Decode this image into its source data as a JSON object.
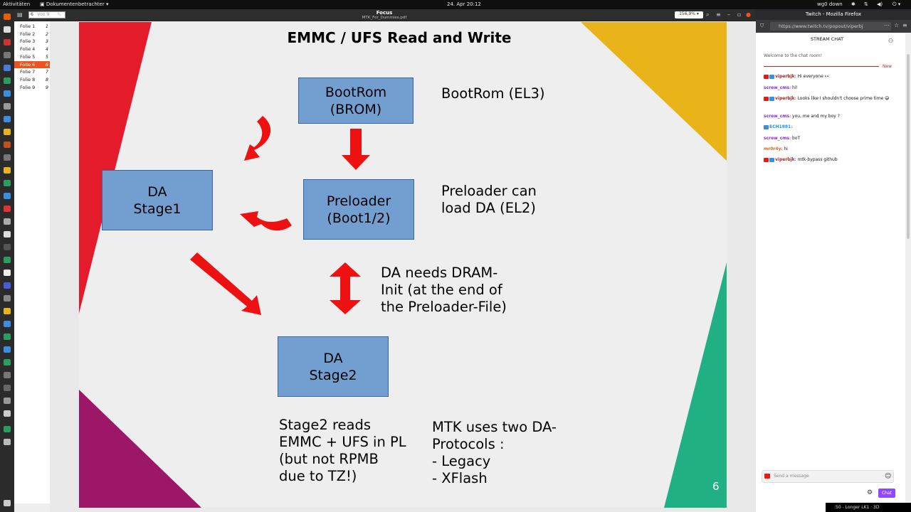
{
  "topbar": {
    "activities": "Aktivitäten",
    "app_menu": "Dokumentenbetrachter",
    "clock": "24. Apr  20:12",
    "vpn": "wg0 down"
  },
  "evince": {
    "page_entry": "6",
    "page_of": "von 9",
    "window_title": "Focus",
    "file_name": "MTK_For_Dummies.pdf",
    "zoom": "156,9%",
    "slides": [
      {
        "label": "Folie 1",
        "num": "1"
      },
      {
        "label": "Folie 2",
        "num": "2"
      },
      {
        "label": "Folie 3",
        "num": "3"
      },
      {
        "label": "Folie 4",
        "num": "4"
      },
      {
        "label": "Folie 5",
        "num": "5"
      },
      {
        "label": "Folie 6",
        "num": "6"
      },
      {
        "label": "Folie 7",
        "num": "7"
      },
      {
        "label": "Folie 8",
        "num": "8"
      },
      {
        "label": "Folie 9",
        "num": "9"
      }
    ]
  },
  "slide": {
    "title": "EMMC / UFS Read and Write",
    "bootrom_box": "BootRom\n(BROM)",
    "bootrom_label": "BootRom (EL3)",
    "da1_box": "DA\nStage1",
    "preloader_box": "Preloader\n(Boot1/2)",
    "preloader_label": "Preloader can\nload DA (EL2)",
    "dram_label": "DA needs DRAM-\nInit (at the end of\nthe Preloader-File)",
    "da2_box": "DA\nStage2",
    "stage2_label": "Stage2 reads\nEMMC + UFS in PL\n(but not RPMB\ndue to TZ!)",
    "protocols_label": "MTK uses two DA-\nProtocols :\n- Legacy\n- XFlash",
    "page_number": "6",
    "colors": {
      "red": "#e41b2b",
      "yellow": "#e8b41a",
      "green": "#21b084",
      "purple": "#9c1767",
      "box": "#729fcf",
      "arrow": "#ee1111"
    }
  },
  "firefox": {
    "title": "Twitch - Mozilla Firefox",
    "url": "https://www.twitch.tv/popout/viperbj",
    "chat_header": "STREAM CHAT",
    "welcome": "Welcome to the chat room!",
    "new_marker": "New",
    "messages": [
      {
        "user": "viperbjk",
        "text": ": Hi everyone 👀",
        "color": "#b22222"
      },
      {
        "user": "screw_cms",
        "text": ": hi!",
        "color": "#8a2be2"
      },
      {
        "user": "viperbjk",
        "text": ": Looks like I shouldn't choose prime time 😅",
        "color": "#b22222"
      },
      {
        "user": "screw_cms",
        "text": ": you, me and my boy ?",
        "color": "#8a2be2"
      },
      {
        "user": "ECH1881",
        "text": ":",
        "color": "#1e90ff"
      },
      {
        "user": "screw_cms",
        "text": ": boT",
        "color": "#8a2be2"
      },
      {
        "user": "mr0r4y",
        "text": ": hi",
        "color": "#d2691e"
      },
      {
        "user": "viperbjk",
        "text": ": mtk-bypass github",
        "color": "#b22222"
      }
    ],
    "input_placeholder": "Send a message",
    "chat_button": "Chat"
  },
  "under_window": ":50 - Longer LK1 · 3D"
}
